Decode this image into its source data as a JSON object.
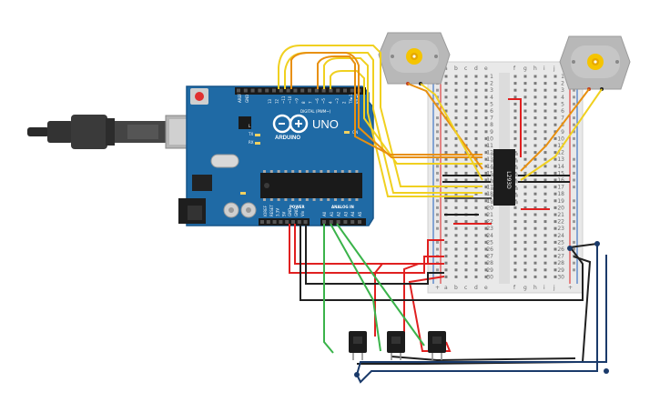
{
  "arduino": {
    "brand": "ARDUINO",
    "model": "UNO",
    "on_label": "ON",
    "tx_label": "TX",
    "rx_label": "RX",
    "l_label": "L",
    "digital_header": "DIGITAL (PWM~)",
    "power_header": "POWER",
    "analog_header": "ANALOG IN",
    "aref_label": "AREF",
    "gnd_label": "GND",
    "digital_pins": [
      "13",
      "12",
      "~11",
      "~10",
      "~9",
      "8",
      "7",
      "~6",
      "~5",
      "4",
      "~3",
      "2",
      "TX►1",
      "RX◄0"
    ],
    "power_pins": [
      "IOREF",
      "RESET",
      "3.3V",
      "5V",
      "GND",
      "GND",
      "Vin"
    ],
    "analog_pins": [
      "A0",
      "A1",
      "A2",
      "A3",
      "A4",
      "A5"
    ]
  },
  "breadboard": {
    "col_letters_left": [
      "a",
      "b",
      "c",
      "d",
      "e"
    ],
    "col_letters_right": [
      "f",
      "g",
      "h",
      "i",
      "j"
    ],
    "row_numbers": [
      "1",
      "2",
      "3",
      "4",
      "5",
      "6",
      "7",
      "8",
      "9",
      "10",
      "11",
      "12",
      "13",
      "14",
      "15",
      "16",
      "17",
      "18",
      "19",
      "20",
      "21",
      "22",
      "23",
      "24",
      "25",
      "26",
      "27",
      "28",
      "29",
      "30"
    ],
    "plus": "+",
    "minus": "-"
  },
  "chip": {
    "label": "L293D"
  },
  "colors": {
    "board": "#1f6aa5",
    "board_dark": "#17558a",
    "wire_red": "#e02020",
    "wire_black": "#202020",
    "wire_yellow": "#f0d020",
    "wire_orange": "#e89010",
    "wire_green": "#3ab34a",
    "wire_navy": "#1a3a6a",
    "motor_body": "#b8b8b8",
    "motor_gear": "#f5c400",
    "breadboard": "#e9e9e9"
  },
  "icons": {
    "usb_cable": "usb-cable-icon",
    "motor": "dc-motor-icon",
    "button": "push-button-icon"
  }
}
